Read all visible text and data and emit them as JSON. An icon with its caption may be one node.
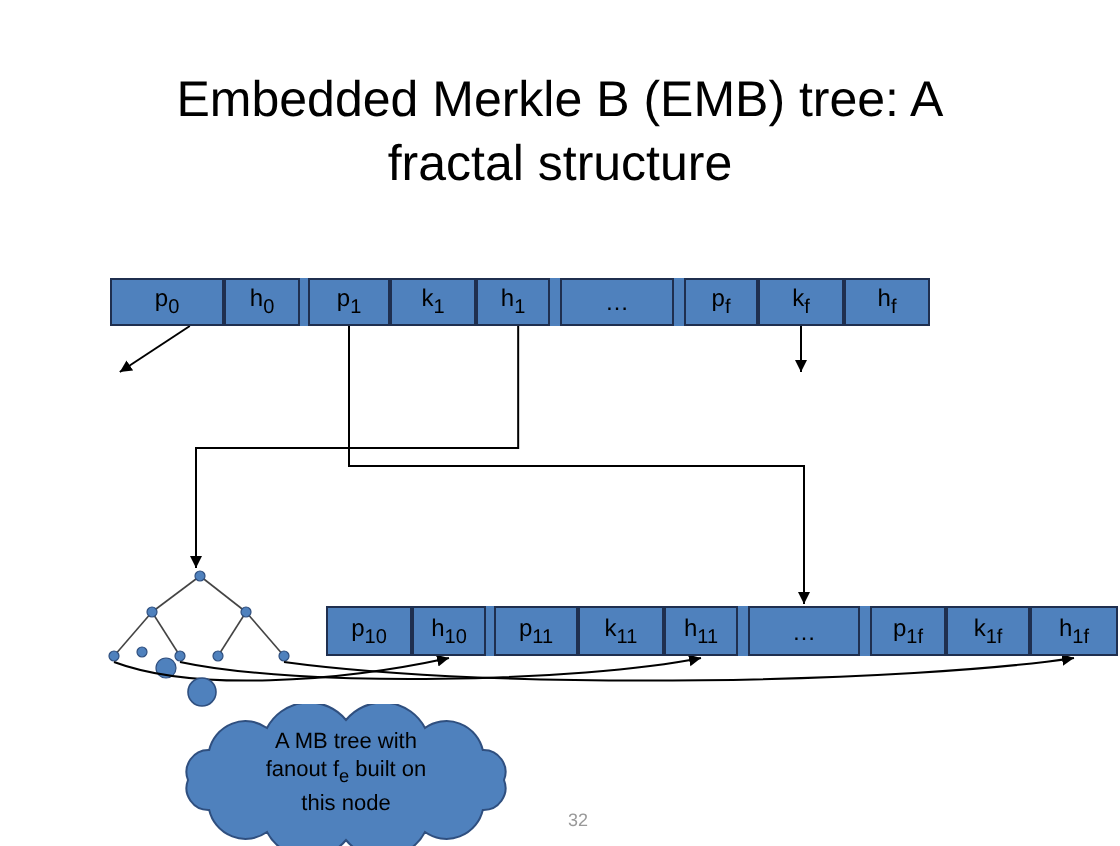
{
  "diagram": {
    "title": "Embedded Merkle B (EMB) tree: A fractal structure",
    "nodes": [
      {
        "text": [],
        "shape": "bar"
      },
      {
        "text": [
          "p$_{0}$"
        ],
        "in": 0
      },
      {
        "text": [
          "h$_{0}$"
        ],
        "in": 0
      },
      {
        "text": [
          "p$_{1}$"
        ],
        "in": 0
      },
      {
        "text": [
          "k$_{1}$"
        ],
        "in": 0
      },
      {
        "text": [
          "h$_{1}$"
        ],
        "in": 0
      },
      {
        "text": [
          "…"
        ],
        "in": 0
      },
      {
        "text": [
          "p$_{f}$"
        ],
        "in": 0
      },
      {
        "text": [
          "k$_{f}$"
        ],
        "in": 0
      },
      {
        "text": [
          "h$_{f}$"
        ],
        "in": 0
      },
      {
        "text": [],
        "shape": "picture"
      },
      {
        "text": [],
        "shape": "bar"
      },
      {
        "text": [
          "p$_{10}$"
        ],
        "in": 11
      },
      {
        "text": [
          "h$_{10}$"
        ],
        "in": 11
      },
      {
        "text": [
          "p$_{11}$"
        ],
        "in": 11
      },
      {
        "text": [
          "k$_{11}$"
        ],
        "in": 11
      },
      {
        "text": [
          "h$_{11}$"
        ],
        "in": 11
      },
      {
        "text": [
          "…"
        ],
        "in": 11
      },
      {
        "text": [
          "p$_{1f}$"
        ],
        "in": 11
      },
      {
        "text": [
          "k$_{1f}$"
        ],
        "in": 11
      },
      {
        "text": [
          "h$_{1f}$"
        ],
        "in": 11
      },
      {
        "text": [
          "A MB tree with fanout f$_{e}$ built on this node"
        ]
      }
    ],
    "edges": [
      {
        "from": 1,
        "to": null,
        "arrow": "to"
      },
      {
        "from": 8,
        "to": null,
        "arrow": "to"
      },
      {
        "from": 5,
        "to": 10,
        "arrow": "to"
      },
      {
        "from": 3,
        "to": 17,
        "arrow": "to"
      },
      {
        "from": 10,
        "to": 13,
        "arrow": "to"
      },
      {
        "from": 10,
        "to": 16,
        "arrow": "to"
      },
      {
        "from": 10,
        "to": 20,
        "arrow": "to"
      }
    ],
    "labels": [
      "32"
    ]
  }
}
